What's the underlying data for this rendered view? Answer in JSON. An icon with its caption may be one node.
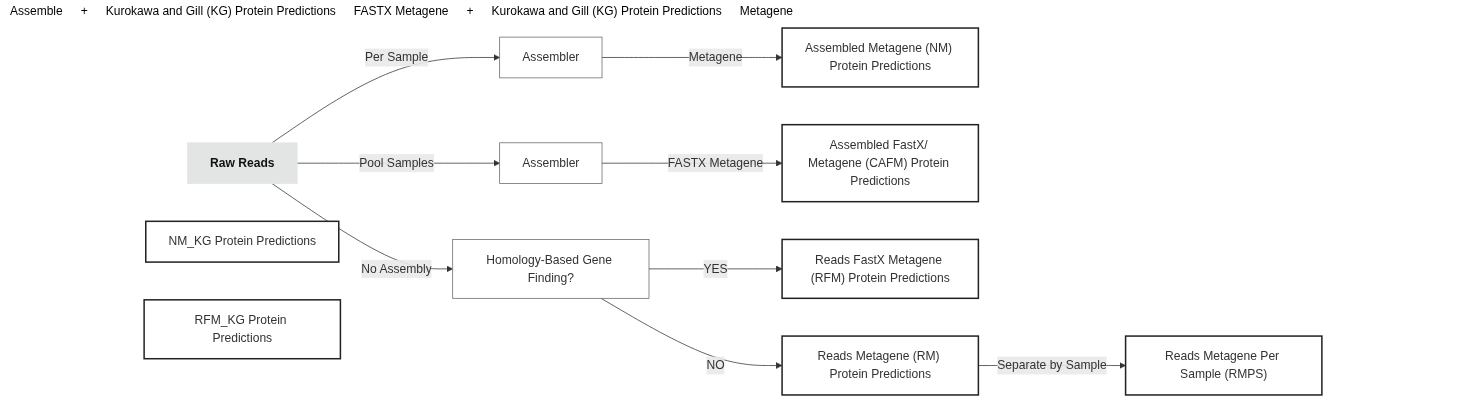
{
  "diagram": {
    "nodes": [
      {
        "text": [
          "Raw Reads"
        ]
      },
      {
        "text": [
          "Assembler"
        ]
      },
      {
        "text": [
          "Assembler"
        ]
      },
      {
        "text": [
          "Homology-Based Gene Finding?"
        ]
      },
      {
        "text": [
          "Assembled Metagene (NM) Protein Predictions"
        ]
      },
      {
        "text": [
          "NM_KG Protein Predictions"
        ]
      },
      {
        "text": [
          "Assembled FastX/ Metagene (CAFM) Protein Predictions"
        ]
      },
      {
        "text": [
          "Reads FastX Metagene (RFM) Protein Predictions"
        ]
      },
      {
        "text": [
          "RFM_KG Protein Predictions"
        ]
      },
      {
        "text": [
          "Reads Metagene (RM) Protein Predictions"
        ]
      },
      {
        "text": [
          "Reads Metagene Per Sample (RMPS)"
        ]
      }
    ],
    "edges": [
      {
        "from": 0,
        "to": 1,
        "arrow": "to",
        "label": "Per Sample"
      },
      {
        "from": 0,
        "to": 2,
        "arrow": "to",
        "label": "Pool Samples"
      },
      {
        "from": 0,
        "to": 3,
        "arrow": "to",
        "label": "No Assembly"
      },
      {
        "from": 1,
        "to": 4,
        "arrow": "to",
        "label": "Metagene"
      },
      {
        "from": 2,
        "to": 6,
        "arrow": "to",
        "label": "FASTX Metagene"
      },
      {
        "from": 3,
        "to": 7,
        "arrow": "to",
        "label": "YES"
      },
      {
        "from": 3,
        "to": 9,
        "arrow": "to",
        "label": "NO"
      },
      {
        "from": 9,
        "to": 10,
        "arrow": "to",
        "label": "Separate by Sample"
      }
    ],
    "labels": [
      "Assemble",
      "+",
      "Kurokawa and Gill (KG) Protein Predictions",
      "FASTX Metagene",
      "+",
      "Kurokawa and Gill (KG) Protein Predictions",
      "Metagene"
    ]
  }
}
